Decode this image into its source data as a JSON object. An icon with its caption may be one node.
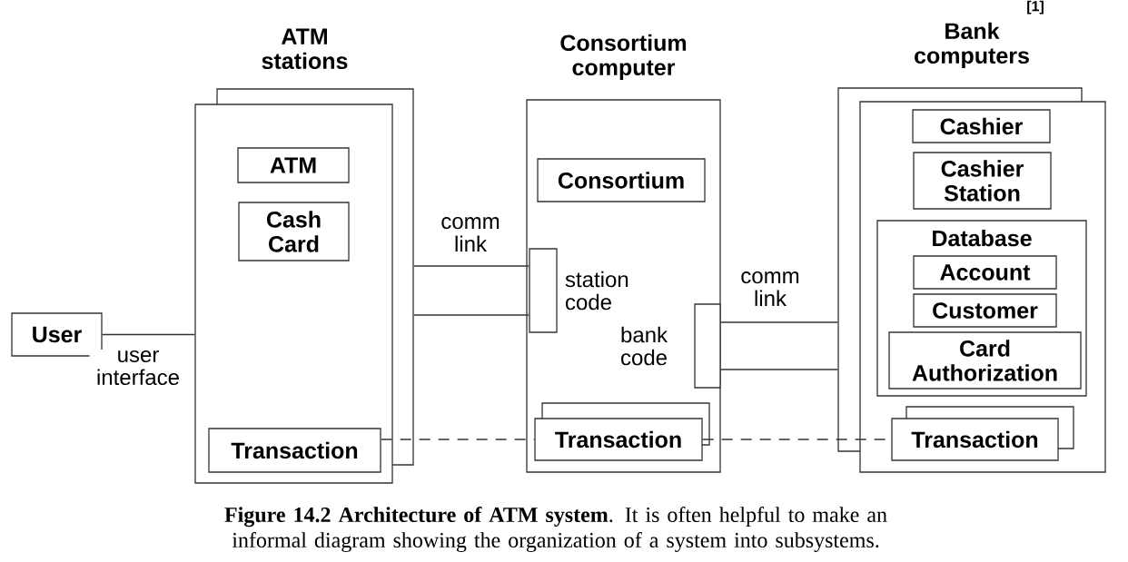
{
  "diagram": {
    "caption": "**Figure 14.2 Architecture of ATM system**. It is often helpful to make an informal diagram showing the organization of a system into subsystems.",
    "nodes": [
      {
        "text": [
          "User"
        ]
      },
      {
        "text": [
          "ATM stations"
        ]
      },
      {
        "text": [
          "ATM"
        ],
        "in": 1
      },
      {
        "text": [
          "Cash Card"
        ],
        "in": 1
      },
      {
        "text": [
          "Transaction"
        ],
        "in": 1
      },
      {
        "text": [
          "Consortium computer"
        ]
      },
      {
        "text": [
          "Consortium"
        ],
        "in": 5
      },
      {
        "text": [
          "station code"
        ],
        "in": 5
      },
      {
        "text": [
          "bank code"
        ],
        "in": 5
      },
      {
        "text": [
          "Transaction"
        ],
        "in": 5
      },
      {
        "text": [
          "Bank computers"
        ]
      },
      {
        "text": [
          "Cashier"
        ],
        "in": 10
      },
      {
        "text": [
          "Cashier Station"
        ],
        "in": 10
      },
      {
        "text": [
          "Database"
        ],
        "in": 10
      },
      {
        "text": [
          "Account"
        ],
        "in": 13
      },
      {
        "text": [
          "Customer"
        ],
        "in": 13
      },
      {
        "text": [
          "Card Authorization"
        ],
        "in": 13
      },
      {
        "text": [
          "Transaction"
        ],
        "in": 10
      }
    ],
    "edges": [
      {
        "from": 0,
        "to": 1,
        "arrow": "none",
        "label": "user interface"
      },
      {
        "from": 1,
        "to": 7,
        "arrow": "none",
        "label": "comm link"
      },
      {
        "from": 8,
        "to": 10,
        "arrow": "none",
        "label": "comm link"
      },
      {
        "from": 4,
        "to": 9,
        "arrow": "none",
        "style": "dashed"
      },
      {
        "from": 9,
        "to": 17,
        "arrow": "none",
        "style": "dashed"
      }
    ],
    "labels": [
      "[1]"
    ]
  }
}
